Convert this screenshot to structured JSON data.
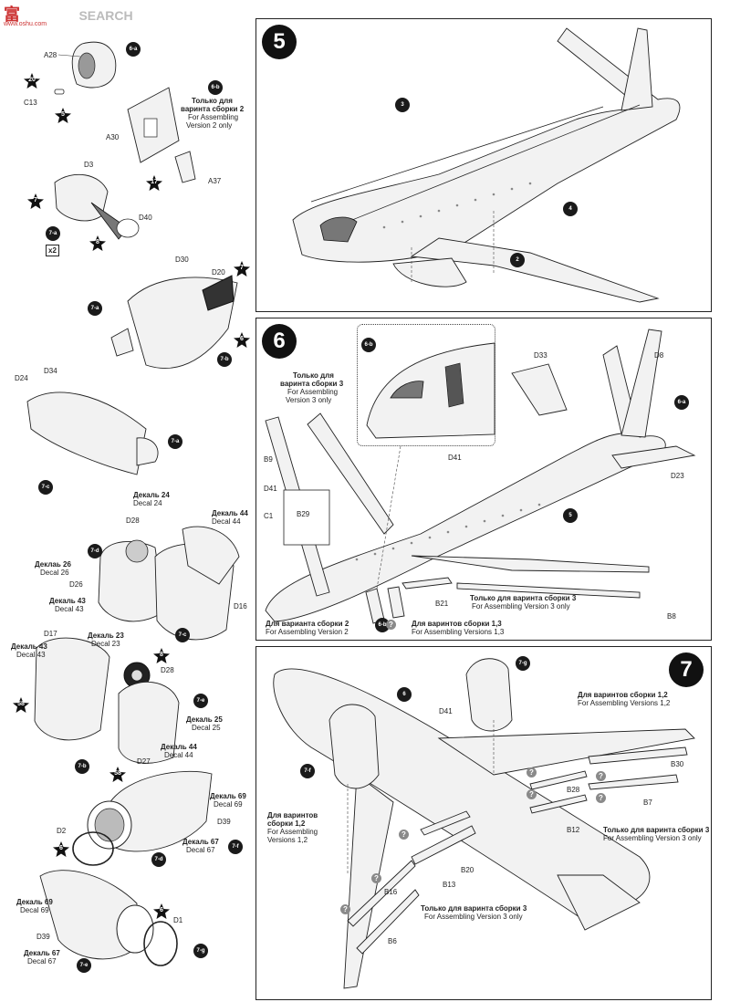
{
  "header": {
    "logo_text": "富",
    "site_text": "SEARCH",
    "url": "www.oshu.com"
  },
  "left": {
    "s6a": {
      "tag": "6-a",
      "a28": "A28",
      "c13": "C13",
      "n20": "20",
      "n5": "5"
    },
    "s6b": {
      "tag": "6-b",
      "ru": "Только для",
      "ru2": "варинта сборки 2",
      "en": "For Assembling",
      "en2": "Version 2 only",
      "a30": "A30",
      "a37": "A37",
      "n17": "17"
    },
    "s7a": {
      "tag": "7-a",
      "d3": "D3",
      "d40": "D40",
      "n7": "7",
      "n8": "8",
      "x2": "x2"
    },
    "s7b": {
      "tag": "7-b",
      "sub": "7-a",
      "d30": "D30",
      "d20": "D20",
      "n7": "7",
      "n6": "6"
    },
    "s7c": {
      "tag": "7-c",
      "sub": "7-a",
      "d24": "D24",
      "d34": "D34"
    },
    "s7d": {
      "tag": "7-d",
      "sub": "7-c",
      "d28": "D28",
      "d26": "D26",
      "d16": "D16",
      "dec24ru": "Декаль 24",
      "dec24": "Decal 24",
      "dec44ru": "Декаль 44",
      "dec44": "Decal 44",
      "dec26ru": "Деклаь 26",
      "dec26": "Decal 26",
      "dec43ru": "Декаль 43",
      "dec43": "Decal 43"
    },
    "s7e": {
      "tag": "7-e",
      "sub": "7-b",
      "d17": "D17",
      "d28": "D28",
      "d27": "D27",
      "n8": "8",
      "n58": "58",
      "n58b": "58",
      "dec43ru": "Декаль 43",
      "dec43": "Decal 43",
      "dec23ru": "Декаль 23",
      "dec23": "Decal 23",
      "dec25ru": "Декаль 25",
      "dec25": "Decal 25",
      "dec44ru": "Декаль 44",
      "dec44": "Decal 44"
    },
    "s7f": {
      "tag": "7-f",
      "sub": "7-d",
      "d2": "D2",
      "d39": "D39",
      "n6": "6",
      "dec69ru": "Декаль 69",
      "dec69": "Decal 69",
      "dec67ru": "Декаль 67",
      "dec67": "Decal 67"
    },
    "s7g": {
      "tag": "7-g",
      "sub": "7-e",
      "d1": "D1",
      "d39": "D39",
      "n6": "6",
      "dec69ru": "Декаль 69",
      "dec69": "Decal 69",
      "dec67ru": "Декаль 67",
      "dec67": "Decal 67"
    }
  },
  "step5": {
    "num": "5",
    "c3": "3",
    "c4": "4",
    "c2": "2"
  },
  "step6": {
    "num": "6",
    "inset_tag": "6-b",
    "d33": "D33",
    "d8": "D8",
    "tag6a": "6-a",
    "d41": "D41",
    "d23": "D23",
    "v3ru": "Только для",
    "v3ru2": "варинта сборки 3",
    "v3en": "For Assembling",
    "v3en2": "Version 3 only",
    "b9": "B9",
    "d41b": "D41",
    "c1": "C1",
    "b29": "B29",
    "c5": "5",
    "b21": "B21",
    "b8": "B8",
    "bot_ru": "Только для варинта сборки 3",
    "bot_en": "For Assembling Version 3 only",
    "v2ru": "Для варианта сборки 2",
    "v2en": "For Assembling Version 2",
    "tag6b": "6-b",
    "v13ru": "Для варинтов сборки 1,3",
    "v13en": "For Assembling Versions 1,3"
  },
  "step7": {
    "num": "7",
    "tag7g": "7-g",
    "c6": "6",
    "tag7f": "7-f",
    "d41": "D41",
    "v12ru": "Для варинтов сборки 1,2",
    "v12en": "For Assembling Versions 1,2",
    "b30": "B30",
    "b28": "B28",
    "b7": "B7",
    "b12": "B12",
    "v3ru": "Только для варинта сборки 3",
    "v3en": "For Assembling Version 3 only",
    "lv12ru": "Для варинтов",
    "lv12ru2": "сборки 1,2",
    "lv12en": "For Assembling",
    "lv12en2": "Versions 1,2",
    "b20": "B20",
    "b13": "B13",
    "b16": "B16",
    "b6": "B6",
    "bv3ru": "Только для варинта сборки 3",
    "bv3en": "For Assembling Version 3 only"
  }
}
